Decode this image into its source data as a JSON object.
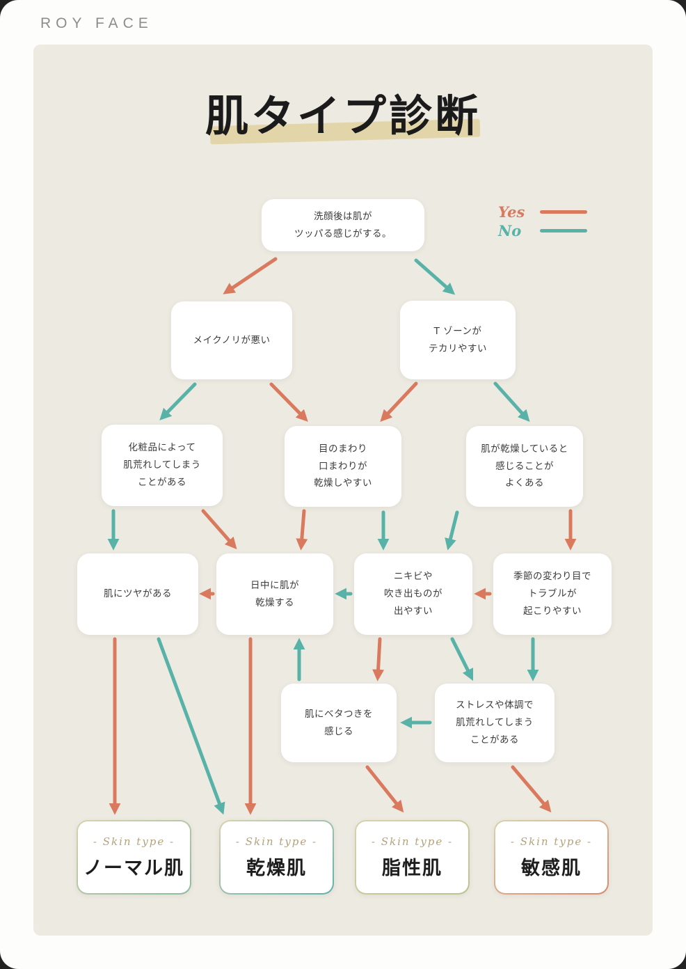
{
  "brand": "ROY FACE",
  "title": "肌タイプ診断",
  "legend": {
    "yes": "Yes",
    "no": "No"
  },
  "colors": {
    "yes": "#d97a5f",
    "no": "#58b2a8"
  },
  "nodes": {
    "q1": {
      "lines": [
        "洗顔後は肌が",
        "ツッパる感じがする。"
      ]
    },
    "q2": {
      "lines": [
        "メイクノリが悪い"
      ]
    },
    "q3": {
      "lines": [
        "T ゾーンが",
        "テカリやすい"
      ]
    },
    "q4": {
      "lines": [
        "化粧品によって",
        "肌荒れしてしまう",
        "ことがある"
      ]
    },
    "q5": {
      "lines": [
        "目のまわり",
        "口まわりが",
        "乾燥しやすい"
      ]
    },
    "q6": {
      "lines": [
        "肌が乾燥していると",
        "感じることが",
        "よくある"
      ]
    },
    "q7": {
      "lines": [
        "肌にツヤがある"
      ]
    },
    "q8": {
      "lines": [
        "日中に肌が",
        "乾燥する"
      ]
    },
    "q9": {
      "lines": [
        "ニキビや",
        "吹き出ものが",
        "出やすい"
      ]
    },
    "q10": {
      "lines": [
        "季節の変わり目で",
        "トラブルが",
        "起こりやすい"
      ]
    },
    "q11": {
      "lines": [
        "肌にベタつきを",
        "感じる"
      ]
    },
    "q12": {
      "lines": [
        "ストレスや体調で",
        "肌荒れしてしまう",
        "ことがある"
      ]
    }
  },
  "results": [
    {
      "tag": "- Skin type -",
      "name": "ノーマル肌"
    },
    {
      "tag": "- Skin type -",
      "name": "乾燥肌"
    },
    {
      "tag": "- Skin type -",
      "name": "脂性肌"
    },
    {
      "tag": "- Skin type -",
      "name": "敏感肌"
    }
  ],
  "edges": [
    {
      "from": "q1",
      "to": "q2",
      "answer": "yes"
    },
    {
      "from": "q1",
      "to": "q3",
      "answer": "no"
    },
    {
      "from": "q2",
      "to": "q4",
      "answer": "no"
    },
    {
      "from": "q2",
      "to": "q5",
      "answer": "yes"
    },
    {
      "from": "q3",
      "to": "q5",
      "answer": "yes"
    },
    {
      "from": "q3",
      "to": "q6",
      "answer": "no"
    },
    {
      "from": "q4",
      "to": "q7",
      "answer": "no"
    },
    {
      "from": "q4",
      "to": "q8",
      "answer": "yes"
    },
    {
      "from": "q5",
      "to": "q8",
      "answer": "yes"
    },
    {
      "from": "q5",
      "to": "q9",
      "answer": "no"
    },
    {
      "from": "q6",
      "to": "q9",
      "answer": "no"
    },
    {
      "from": "q6",
      "to": "q10",
      "answer": "yes"
    },
    {
      "from": "q10",
      "to": "q9",
      "answer": "yes"
    },
    {
      "from": "q9",
      "to": "q8",
      "answer": "no"
    },
    {
      "from": "q8",
      "to": "q7",
      "answer": "yes"
    },
    {
      "from": "q7",
      "to": "ノーマル肌",
      "answer": "yes"
    },
    {
      "from": "q7",
      "to": "乾燥肌",
      "answer": "no"
    },
    {
      "from": "q8",
      "to": "乾燥肌",
      "answer": "yes"
    },
    {
      "from": "q11",
      "to": "q8",
      "answer": "no"
    },
    {
      "from": "q9",
      "to": "q11",
      "answer": "yes"
    },
    {
      "from": "q9",
      "to": "q12",
      "answer": "no"
    },
    {
      "from": "q10",
      "to": "q12",
      "answer": "no"
    },
    {
      "from": "q12",
      "to": "q11",
      "answer": "no"
    },
    {
      "from": "q11",
      "to": "脂性肌",
      "answer": "yes"
    },
    {
      "from": "q12",
      "to": "敏感肌",
      "answer": "yes"
    }
  ]
}
